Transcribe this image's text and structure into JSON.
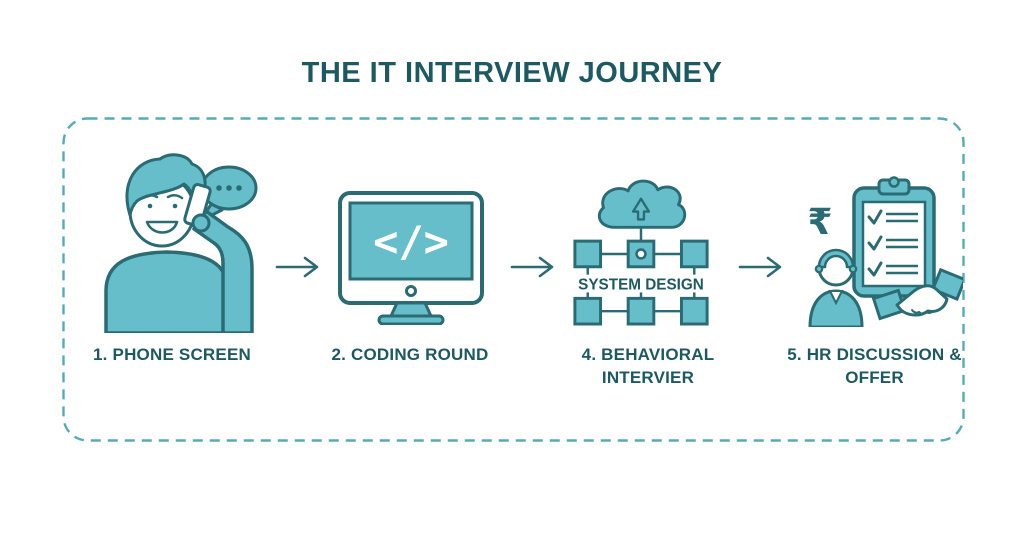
{
  "title": "THE IT INTERVIEW JOURNEY",
  "colors": {
    "teal_fill": "#65BECA",
    "outline": "#2A6B74",
    "text_dark_teal": "#1D5961",
    "dashed_border": "#57ABB6",
    "background": "#FFFFFF"
  },
  "steps": [
    {
      "label": "1. PHONE SCREEN",
      "icon": "person-on-phone-icon"
    },
    {
      "label": "2. CODING ROUND",
      "icon": "code-monitor-icon",
      "screen_code": "</>"
    },
    {
      "label": "4. BEHAVIORAL INTERVIER",
      "icon": "system-design-icon",
      "diagram_caption": "SYSTEM DESIGN"
    },
    {
      "label": "5. HR DISCUSSION & OFFER",
      "icon": "offer-handshake-icon",
      "currency_symbol": "₹"
    }
  ]
}
